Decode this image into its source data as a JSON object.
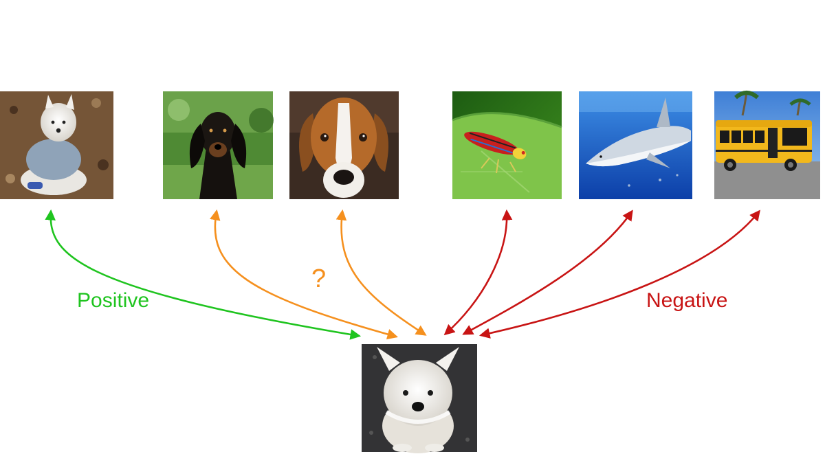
{
  "colors": {
    "positive": "#1fc41f",
    "uncertain": "#f5901e",
    "negative": "#c81414"
  },
  "labels": {
    "positive": "Positive",
    "uncertain": "?",
    "negative": "Negative"
  },
  "images": {
    "anchor": "westie-sitting-photo",
    "candidates": [
      "westie-in-sweater-photo",
      "black-hound-photo",
      "beagle-photo",
      "leafhopper-on-leaf-photo",
      "shark-underwater-photo",
      "yellow-school-bus-photo"
    ]
  }
}
